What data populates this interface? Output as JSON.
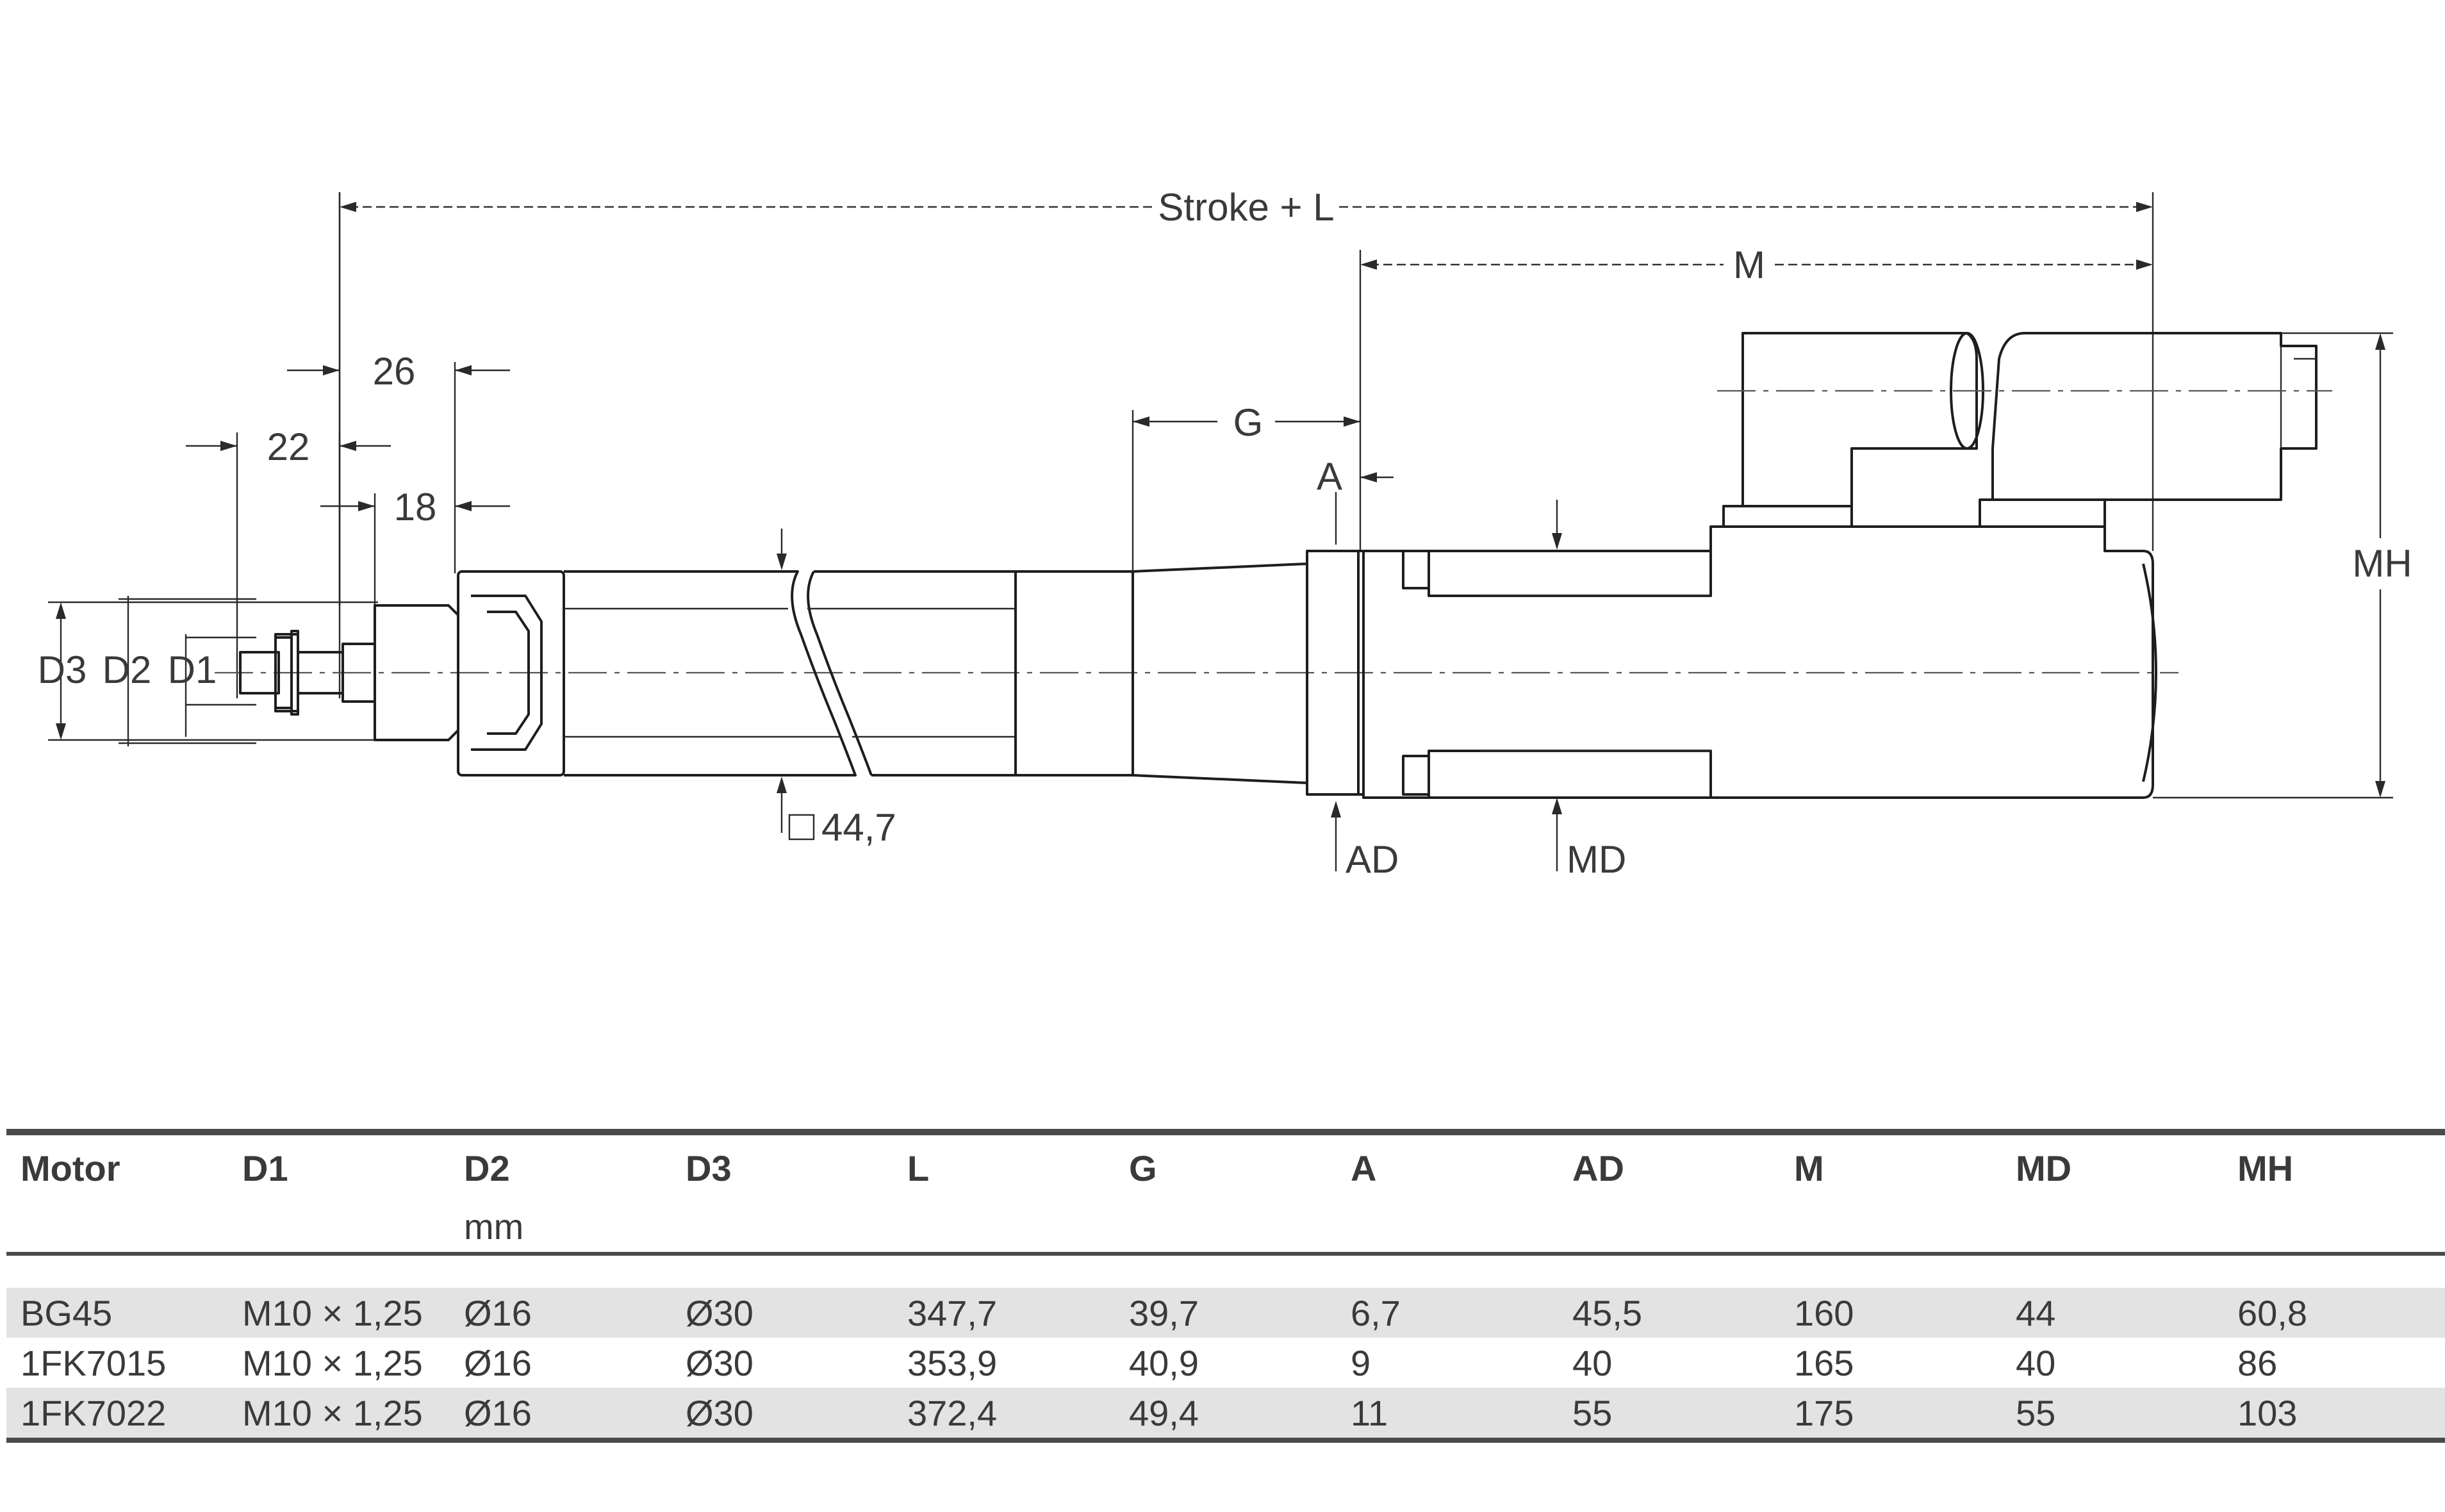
{
  "drawing": {
    "labels": {
      "stroke_l": "Stroke + L",
      "m": "M",
      "g": "G",
      "a": "A",
      "d3": "D3",
      "d2": "D2",
      "d1": "D1",
      "dim_26": "26",
      "dim_22": "22",
      "dim_18": "18",
      "square_size": "44,7",
      "ad": "AD",
      "md": "MD",
      "mh": "MH"
    }
  },
  "table": {
    "headers": [
      "Motor",
      "D1",
      "D2",
      "D3",
      "L",
      "G",
      "A",
      "AD",
      "M",
      "MD",
      "MH"
    ],
    "unit_row": [
      "",
      "",
      "mm",
      "",
      "",
      "",
      "",
      "",
      "",
      "",
      ""
    ],
    "rows": [
      [
        "BG45",
        "M10 × 1,25",
        "Ø16",
        "Ø30",
        "347,7",
        "39,7",
        "6,7",
        "45,5",
        "160",
        "44",
        "60,8"
      ],
      [
        "1FK7015",
        "M10 × 1,25",
        "Ø16",
        "Ø30",
        "353,9",
        "40,9",
        "9",
        "40",
        "165",
        "40",
        "86"
      ],
      [
        "1FK7022",
        "M10 × 1,25",
        "Ø16",
        "Ø30",
        "372,4",
        "49,4",
        "11",
        "55",
        "175",
        "55",
        "103"
      ]
    ]
  }
}
